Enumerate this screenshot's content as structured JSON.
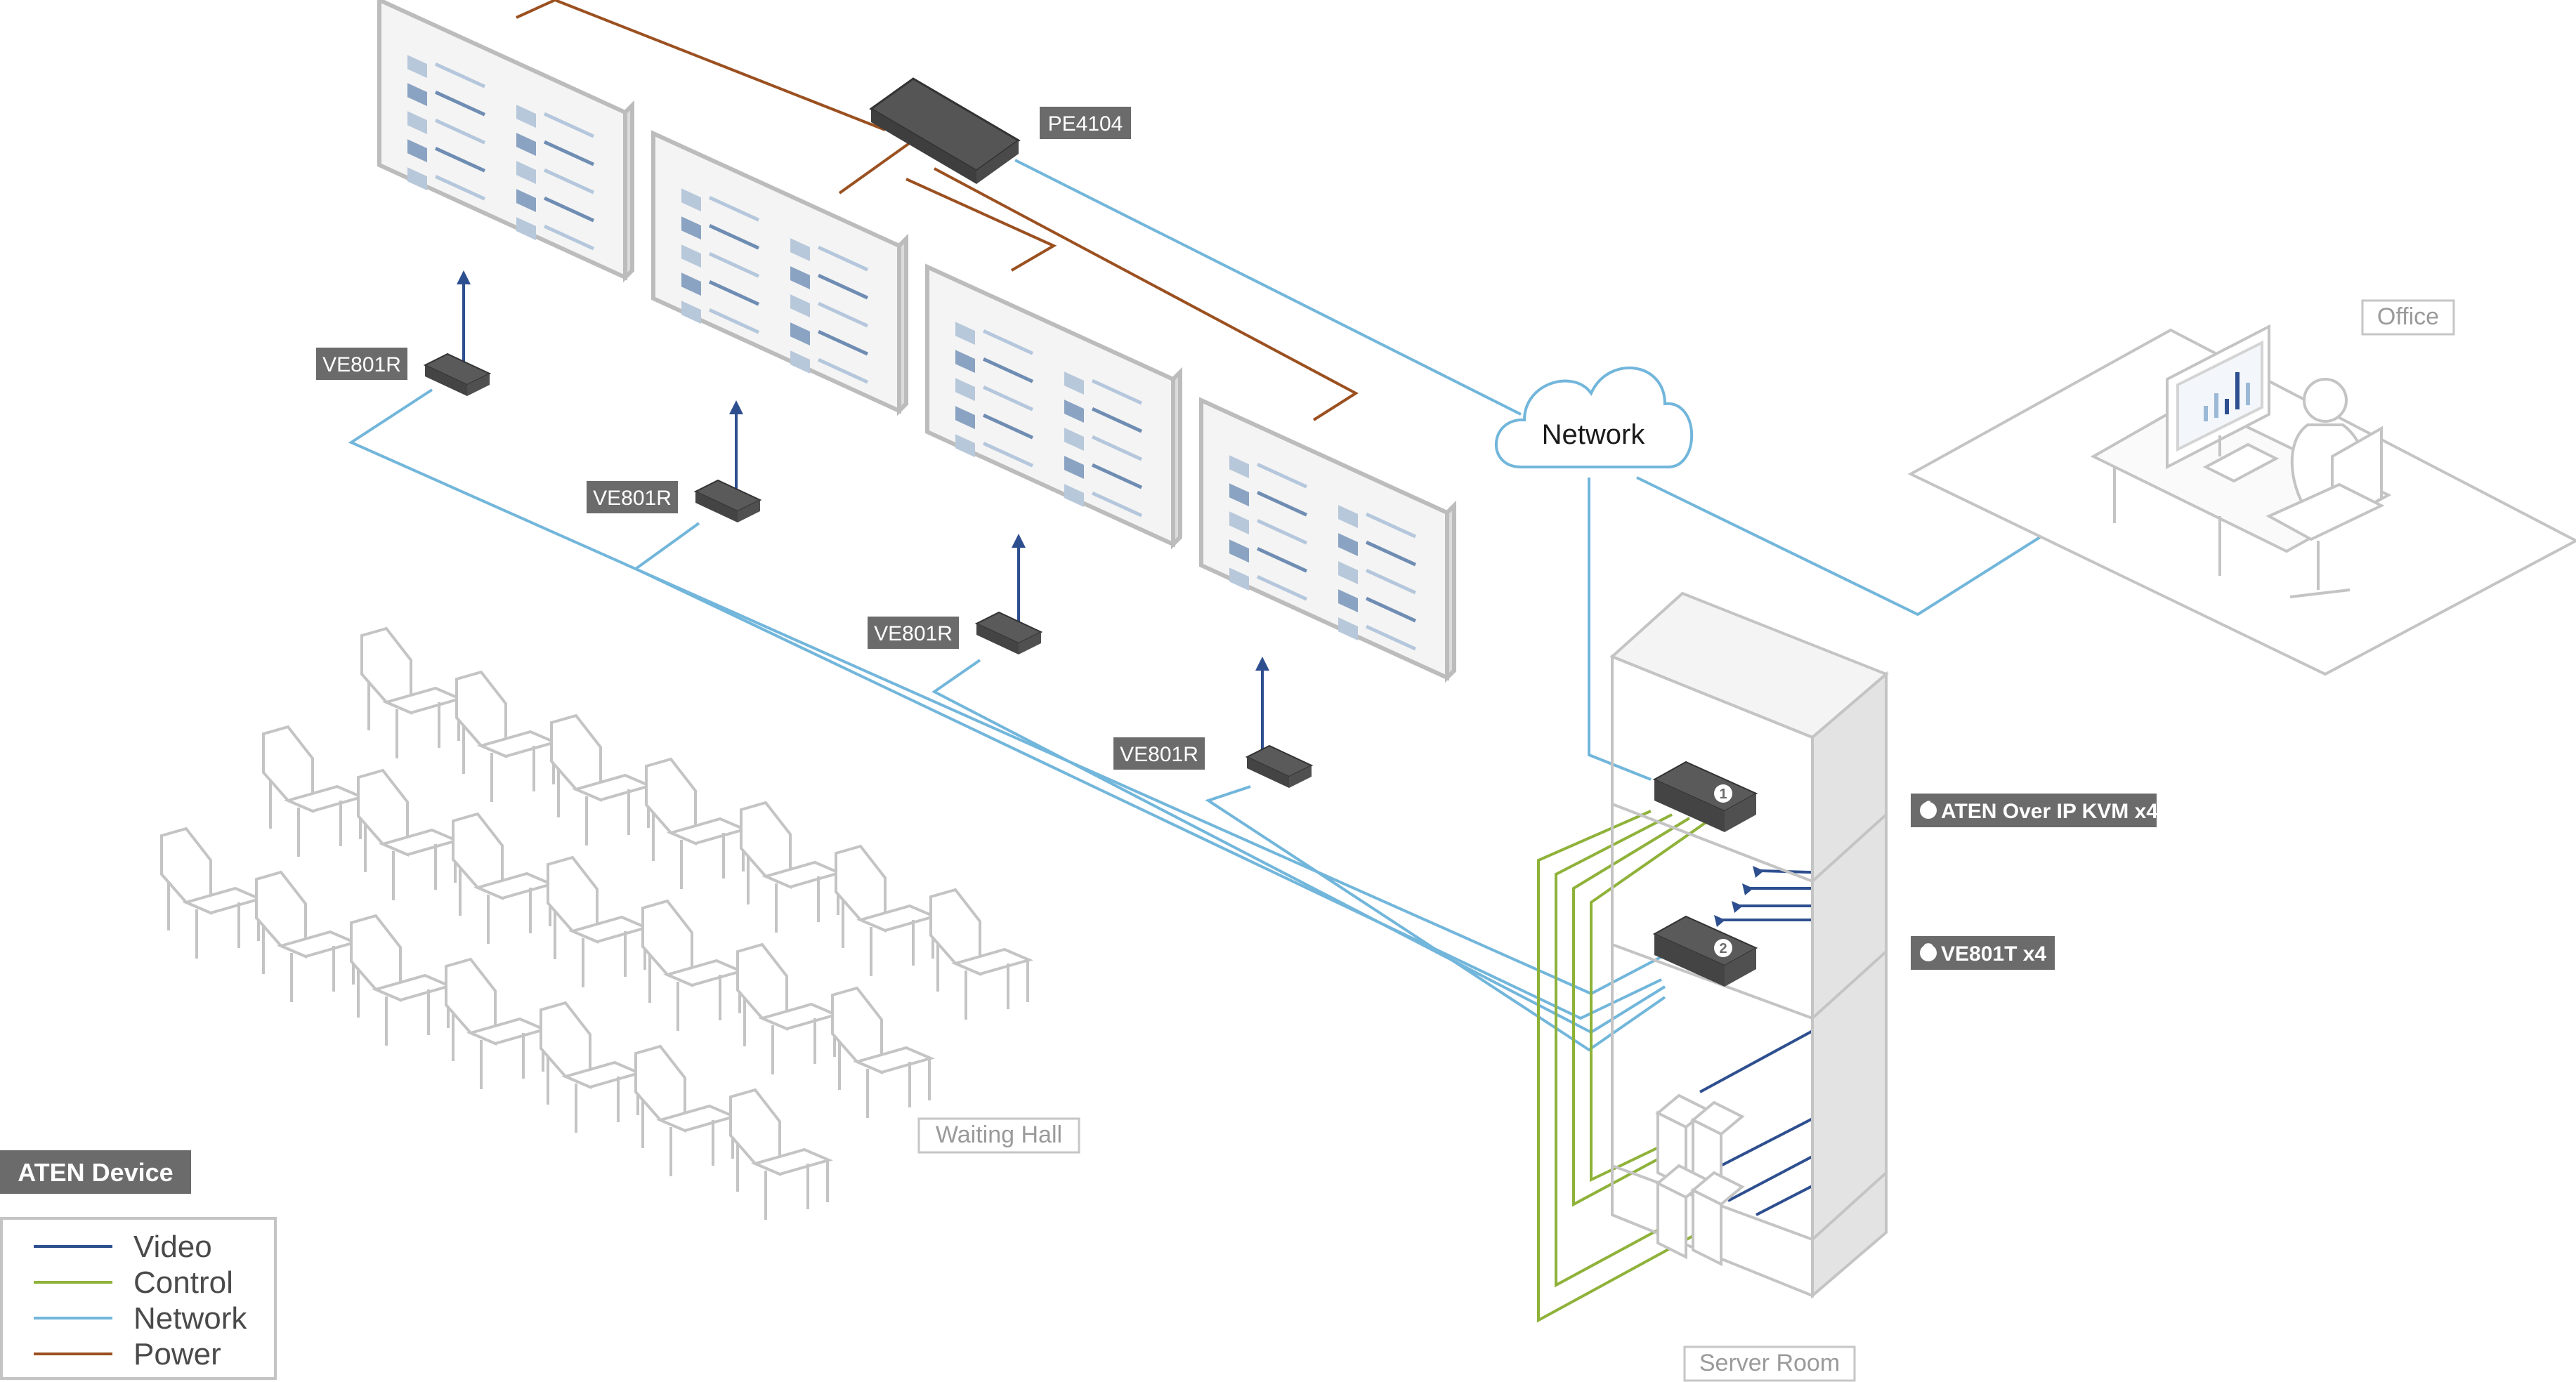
{
  "colors": {
    "video": "#2e4f8f",
    "control": "#8fb23a",
    "network": "#72b6db",
    "power": "#9b5020",
    "outline": "#bcbcbc",
    "device": "#5a5a5a",
    "label_bg": "#6b6b6b"
  },
  "devices": {
    "pe4104": "PE4104",
    "receivers": [
      "VE801R",
      "VE801R",
      "VE801R",
      "VE801R"
    ],
    "kvm": {
      "number": "1",
      "label": "ATEN Over IP KVM x4"
    },
    "transmitter": {
      "number": "2",
      "label": "VE801T x4"
    }
  },
  "network_cloud": "Network",
  "areas": {
    "office": "Office",
    "waiting_hall": "Waiting Hall",
    "server_room": "Server Room"
  },
  "legend": {
    "title": "ATEN Device",
    "items": [
      {
        "label": "Video",
        "color_key": "video"
      },
      {
        "label": "Control",
        "color_key": "control"
      },
      {
        "label": "Network",
        "color_key": "network"
      },
      {
        "label": "Power",
        "color_key": "power"
      }
    ]
  }
}
